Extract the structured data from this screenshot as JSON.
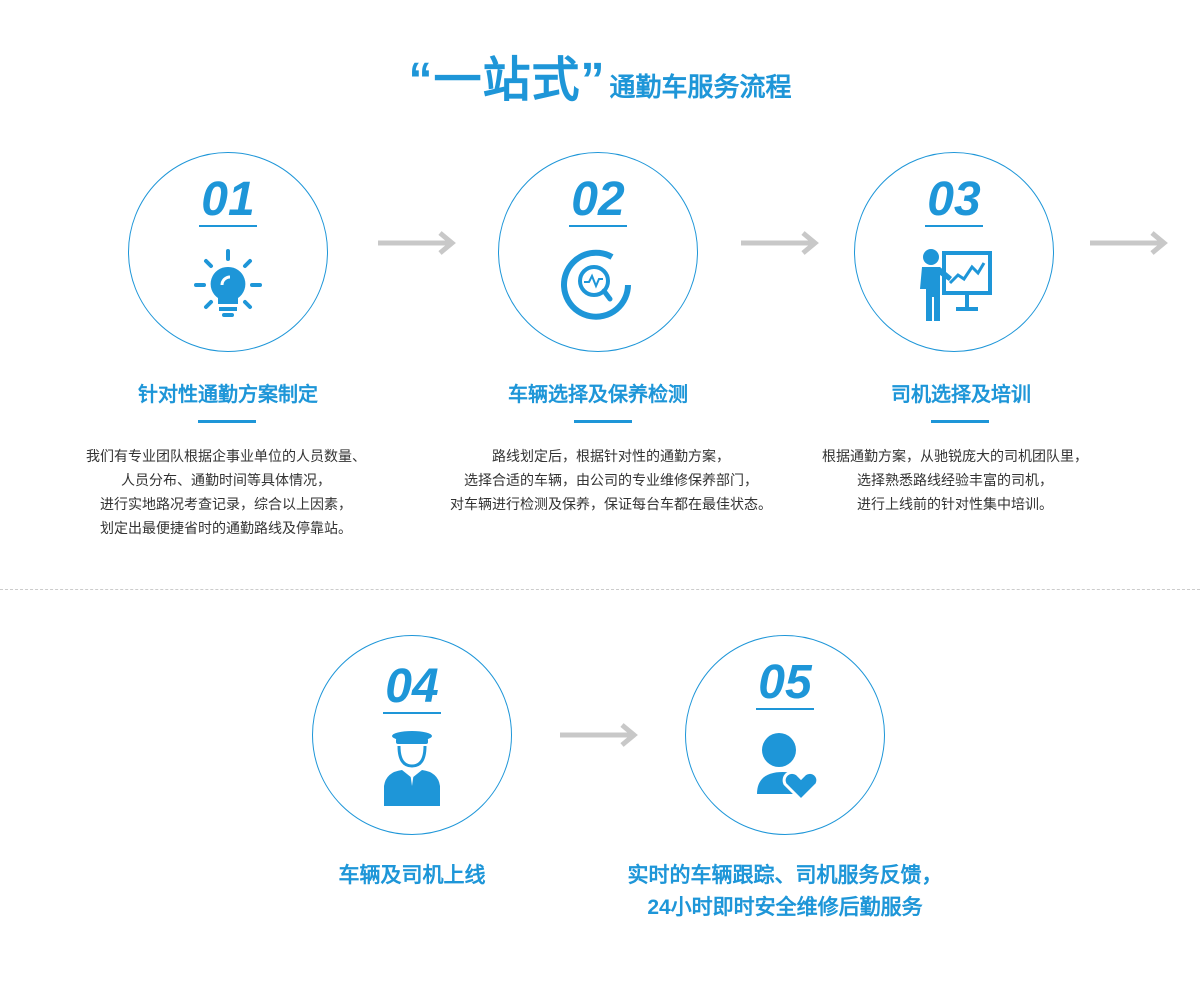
{
  "title": {
    "main": "“一站式”",
    "sub": "通勤车服务流程"
  },
  "accent_color": "#1e96d8",
  "steps": [
    {
      "number": "01",
      "icon": "lightbulb-icon",
      "title": "针对性通勤方案制定",
      "lines": [
        "我们有专业团队根据企事业单位的人员数量、",
        "人员分布、通勤时间等具体情况，",
        "进行实地路况考查记录，综合以上因素，",
        "划定出最便捷省时的通勤路线及停靠站。"
      ]
    },
    {
      "number": "02",
      "icon": "inspection-magnifier-icon",
      "title": "车辆选择及保养检测",
      "lines": [
        "路线划定后，根据针对性的通勤方案，",
        "选择合适的车辆，由公司的专业维修保养部门，",
        "对车辆进行检测及保养，保证每台车都在最佳状态。"
      ]
    },
    {
      "number": "03",
      "icon": "trainer-presentation-icon",
      "title": "司机选择及培训",
      "lines": [
        "根据通勤方案，从驰锐庞大的司机团队里，",
        "选择熟悉路线经验丰富的司机，",
        "进行上线前的针对性集中培训。"
      ]
    },
    {
      "number": "04",
      "icon": "driver-icon",
      "title": "车辆及司机上线",
      "lines": []
    },
    {
      "number": "05",
      "icon": "user-heart-icon",
      "title": "实时的车辆跟踪、司机服务反馈，",
      "title2": "24小时即时安全维修后勤服务",
      "lines": []
    }
  ]
}
